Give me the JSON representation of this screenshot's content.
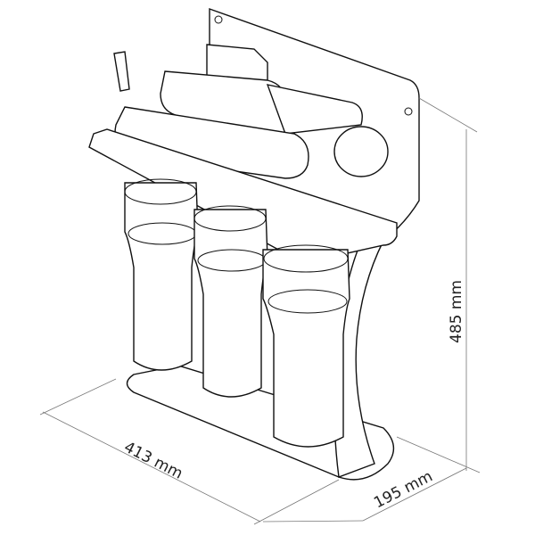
{
  "drawing": {
    "subject": "reverse-osmosis-filter-unit",
    "dimensions": {
      "height": "485 mm",
      "width": "413 mm",
      "depth": "195 mm"
    }
  }
}
